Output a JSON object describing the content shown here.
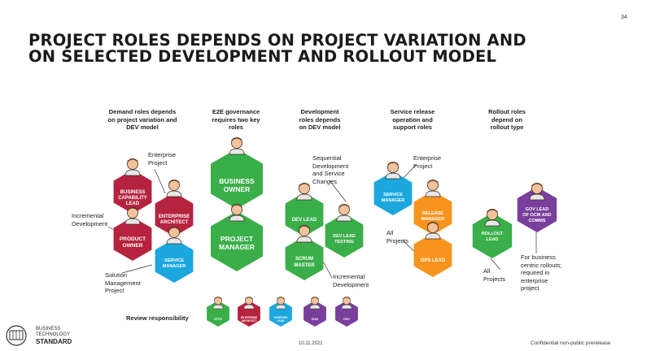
{
  "slide": {
    "title": "PROJECT ROLES DEPENDS ON PROJECT VARIATION AND\nON SELECTED DEVELOPMENT AND ROLLOUT MODEL",
    "page_number": "34"
  },
  "columns": [
    {
      "header": "Demand roles depends\non project variation and\nDEV model"
    },
    {
      "header": "E2E governance\nrequires two key\nroles"
    },
    {
      "header": "Development\nroles depends\non DEV model"
    },
    {
      "header": "Service release\noperation and\nsupport roles"
    },
    {
      "header": "Rollout roles\ndepend on\nrollout type"
    }
  ],
  "roles": {
    "business_capability_lead": "BUSINESS\nCAPABILITY\nLEAD",
    "enterprise_architect": "ENTERPRISE\nARCHITECT",
    "product_owner": "PRODUCT\nOWNER",
    "service_manager_demand": "SERVICE\nMANAGER",
    "business_owner": "BUSINESS\nOWNER",
    "project_manager": "PROJECT\nMANAGER",
    "dev_lead": "DEV LEAD",
    "dev_lead_testing": "DEV LEAD\nTESTING",
    "scrum_master": "SCRUM\nMASTER",
    "service_manager": "SERVICE\nMANAGER",
    "release_manager": "RELEASE\nMANAGER",
    "ops_lead": "OPS LEAD",
    "rollout_lead": "ROLLOUT\nLEAD",
    "gov_lead": "GOV LEAD\nOF OCM AND\nCOMMS"
  },
  "annotations": {
    "enterprise_project_1": "Enterprise\nProject",
    "incremental_development_1": "Incremental\nDevelopment",
    "solution_management": "Solution\nManagement\nProject",
    "sequential_development": "Sequential\nDevelopment\nand Service\nChanges",
    "incremental_development_2": "Incremental\nDevelopment",
    "enterprise_project_2": "Enterprise\nProject",
    "all_projects_1": "All\nProjects",
    "all_projects_2": "All\nProjects",
    "business_centric": "For business\ncentric rollouts;\nrequired in\nenterprise\nproject"
  },
  "review": {
    "label": "Review responsibility",
    "items": [
      "RTFO",
      "ENTERPRISE\nARCHITECT",
      "SOURCING\nLEAD",
      "CISO",
      "DPO"
    ]
  },
  "footer": {
    "date": "10.11.2021",
    "confidential": "Confidential non-public prerelease",
    "logo_line1": "BUSINESS",
    "logo_line2": "TECHNOLOGY",
    "logo_line3": "STANDARD"
  },
  "colors": {
    "crimson": "#b5233e",
    "green": "#3aae49",
    "blue": "#1ca7df",
    "orange": "#f7941d",
    "purple": "#7a3f9c"
  }
}
